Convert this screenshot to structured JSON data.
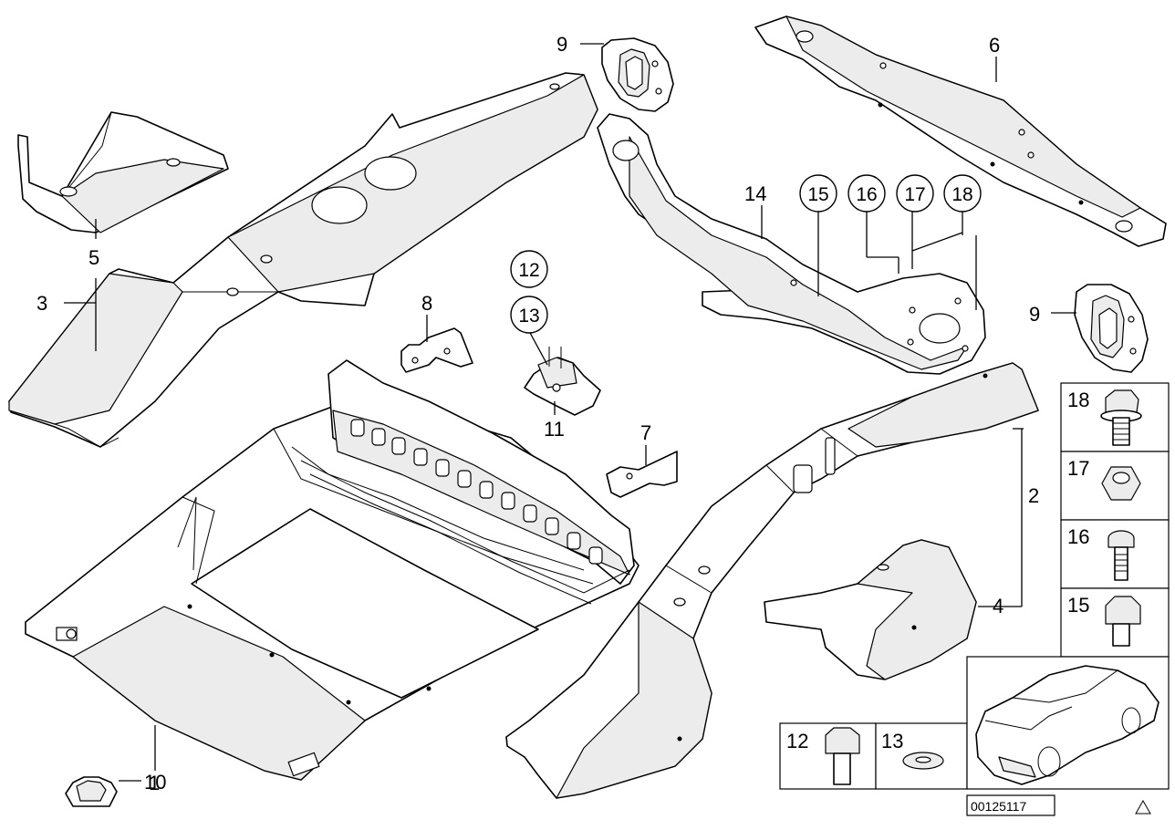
{
  "callouts": {
    "c1": "1",
    "c2": "2",
    "c3": "3",
    "c4": "4",
    "c5": "5",
    "c6": "6",
    "c7": "7",
    "c8": "8",
    "c9a": "9",
    "c9b": "9",
    "c10": "10",
    "c11": "11",
    "c12": "12",
    "c13": "13",
    "c14": "14",
    "c15": "15",
    "c16": "16",
    "c17": "17",
    "c18": "18"
  },
  "fastener_boxes": {
    "b18": "18",
    "b17": "17",
    "b16": "16",
    "b15": "15",
    "b12": "12",
    "b13": "13"
  },
  "diagram_reference": "00125117"
}
